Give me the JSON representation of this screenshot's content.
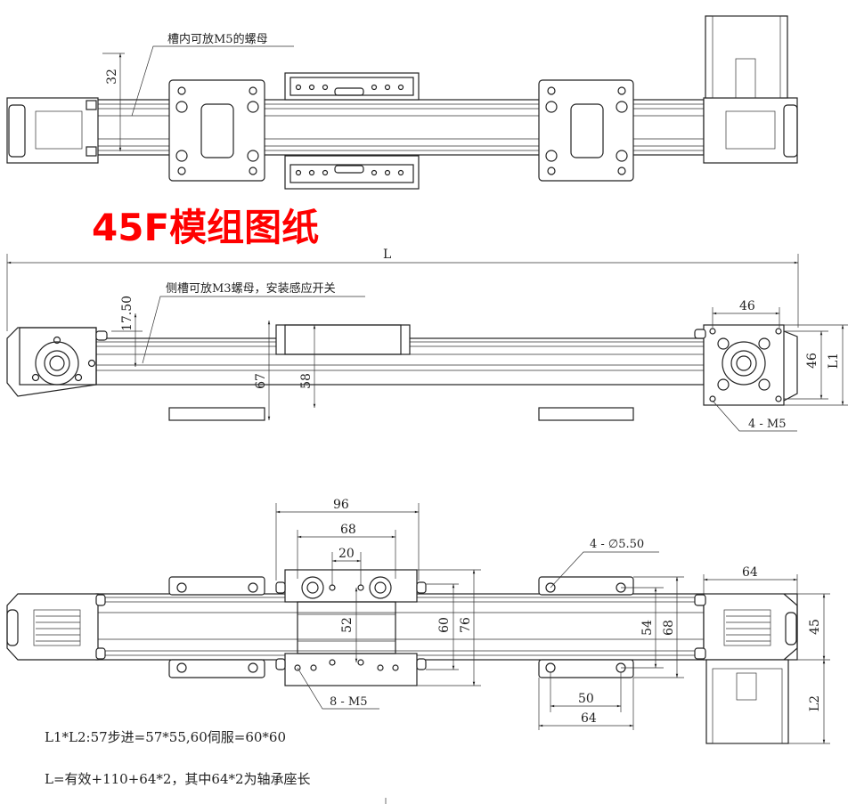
{
  "title": "45F模组图纸",
  "top_view": {
    "slot_note": "槽内可放M5的螺母",
    "dim_32": "32"
  },
  "side_view": {
    "dim_L": "L",
    "slot_note": "侧槽可放M3螺母，安装感应开关",
    "dim_17_50": "17.50",
    "dim_67": "67",
    "dim_58": "58",
    "dim_46_h": "46",
    "dim_46_v": "46",
    "dim_L1": "L1",
    "hole_note": "4 - M5"
  },
  "bottom_view": {
    "dim_96": "96",
    "dim_68_top": "68",
    "dim_20": "20",
    "dim_52": "52",
    "dim_60": "60",
    "dim_76": "76",
    "hole_note": "4 - ∅5.50",
    "dim_54": "54",
    "dim_68_right": "68",
    "dim_64_top": "64",
    "dim_45": "45",
    "dim_50": "50",
    "dim_64_bottom": "64",
    "dim_L2": "L2",
    "screw_note": "8 - M5"
  },
  "footer": {
    "motor_note": "L1*L2:57步进=57*55,60伺服=60*60",
    "length_note": "L=有效+110+64*2，其中64*2为轴承座长"
  }
}
